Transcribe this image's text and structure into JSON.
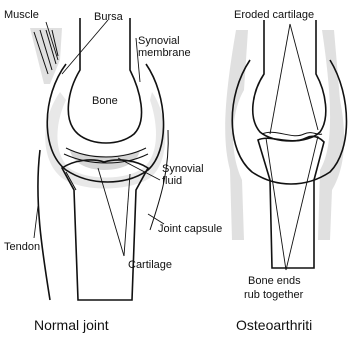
{
  "labels": {
    "muscle": "Muscle",
    "bursa": "Bursa",
    "synovial_membrane_1": "Synovial",
    "synovial_membrane_2": "membrane",
    "bone": "Bone",
    "synovial_fluid_1": "Synovial",
    "synovial_fluid_2": "fluid",
    "joint_capsule": "Joint capsule",
    "tendon": "Tendon",
    "cartilage": "Cartilage",
    "eroded_cartilage": "Eroded cartilage",
    "bone_ends_1": "Bone ends",
    "bone_ends_2": "rub together"
  },
  "captions": {
    "normal": "Normal joint",
    "osteo": "Osteoarthriti"
  }
}
